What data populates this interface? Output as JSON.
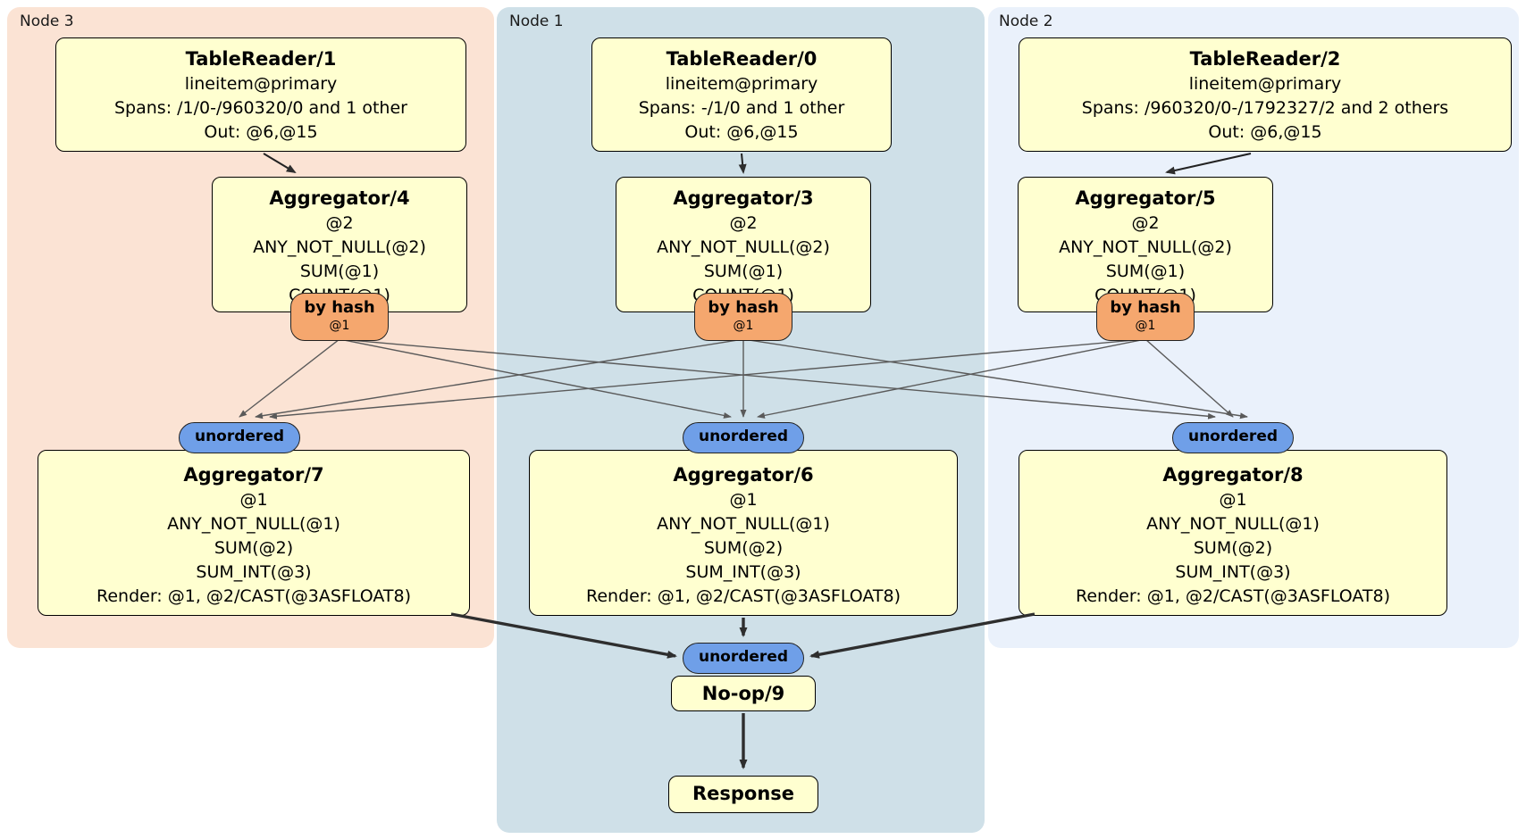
{
  "colors": {
    "node3_region_bg": "#fbe3d4",
    "node1_region_bg": "#cfe0e8",
    "node2_region_bg": "#eaf1fb",
    "processor_box_bg": "#ffffd0",
    "hash_router_bg": "#f5a76e",
    "stream_pill_bg": "#6f9fe8",
    "edge_thin": "#5a5a5a",
    "edge_thick": "#2e2e2e"
  },
  "nodes": [
    {
      "label": "Node 3",
      "table_reader": {
        "title": "TableReader/1",
        "lines": [
          "lineitem@primary",
          "Spans: /1/0-/960320/0 and 1 other",
          "Out: @6,@15"
        ]
      },
      "aggregator_top": {
        "title": "Aggregator/4",
        "lines": [
          "@2",
          "ANY_NOT_NULL(@2)",
          "SUM(@1)",
          "COUNT(@1)"
        ]
      },
      "router": {
        "label": "by hash",
        "detail": "@1"
      },
      "stream": {
        "label": "unordered"
      },
      "aggregator_bottom": {
        "title": "Aggregator/7",
        "lines": [
          "@1",
          "ANY_NOT_NULL(@1)",
          "SUM(@2)",
          "SUM_INT(@3)",
          "Render: @1, @2/CAST(@3ASFLOAT8)"
        ]
      }
    },
    {
      "label": "Node 1",
      "table_reader": {
        "title": "TableReader/0",
        "lines": [
          "lineitem@primary",
          "Spans: -/1/0 and 1 other",
          "Out: @6,@15"
        ]
      },
      "aggregator_top": {
        "title": "Aggregator/3",
        "lines": [
          "@2",
          "ANY_NOT_NULL(@2)",
          "SUM(@1)",
          "COUNT(@1)"
        ]
      },
      "router": {
        "label": "by hash",
        "detail": "@1"
      },
      "stream": {
        "label": "unordered"
      },
      "aggregator_bottom": {
        "title": "Aggregator/6",
        "lines": [
          "@1",
          "ANY_NOT_NULL(@1)",
          "SUM(@2)",
          "SUM_INT(@3)",
          "Render: @1, @2/CAST(@3ASFLOAT8)"
        ]
      }
    },
    {
      "label": "Node 2",
      "table_reader": {
        "title": "TableReader/2",
        "lines": [
          "lineitem@primary",
          "Spans: /960320/0-/1792327/2 and 2 others",
          "Out: @6,@15"
        ]
      },
      "aggregator_top": {
        "title": "Aggregator/5",
        "lines": [
          "@2",
          "ANY_NOT_NULL(@2)",
          "SUM(@1)",
          "COUNT(@1)"
        ]
      },
      "router": {
        "label": "by hash",
        "detail": "@1"
      },
      "stream": {
        "label": "unordered"
      },
      "aggregator_bottom": {
        "title": "Aggregator/8",
        "lines": [
          "@1",
          "ANY_NOT_NULL(@1)",
          "SUM(@2)",
          "SUM_INT(@3)",
          "Render: @1, @2/CAST(@3ASFLOAT8)"
        ]
      }
    }
  ],
  "final": {
    "stream": {
      "label": "unordered"
    },
    "noop": {
      "title": "No-op/9"
    },
    "response": {
      "title": "Response"
    }
  }
}
